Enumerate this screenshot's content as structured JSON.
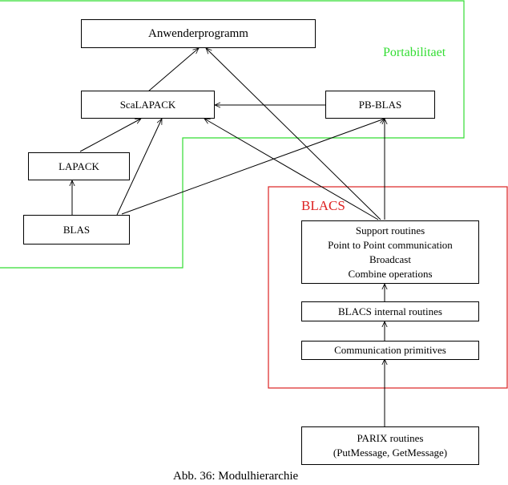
{
  "modules": {
    "anwender": "Anwenderprogramm",
    "scalapack": "ScaLAPACK",
    "pbblas": "PB-BLAS",
    "lapack": "LAPACK",
    "blas": "BLAS",
    "support": [
      "Support routines",
      "Point to Point communication",
      "Broadcast",
      "Combine operations"
    ],
    "blacs_internal": "BLACS internal routines",
    "comm_primitives": "Communication primitives",
    "parix": [
      "PARIX routines",
      "(PutMessage,  GetMessage)"
    ]
  },
  "regions": {
    "portability_label": "Portabilitaet",
    "blacs_label": "BLACS"
  },
  "colors": {
    "portability": "#33dd33",
    "blacs": "#dd2222",
    "lines": "#000000"
  },
  "caption": "Abb. 36: Modulhierarchie"
}
